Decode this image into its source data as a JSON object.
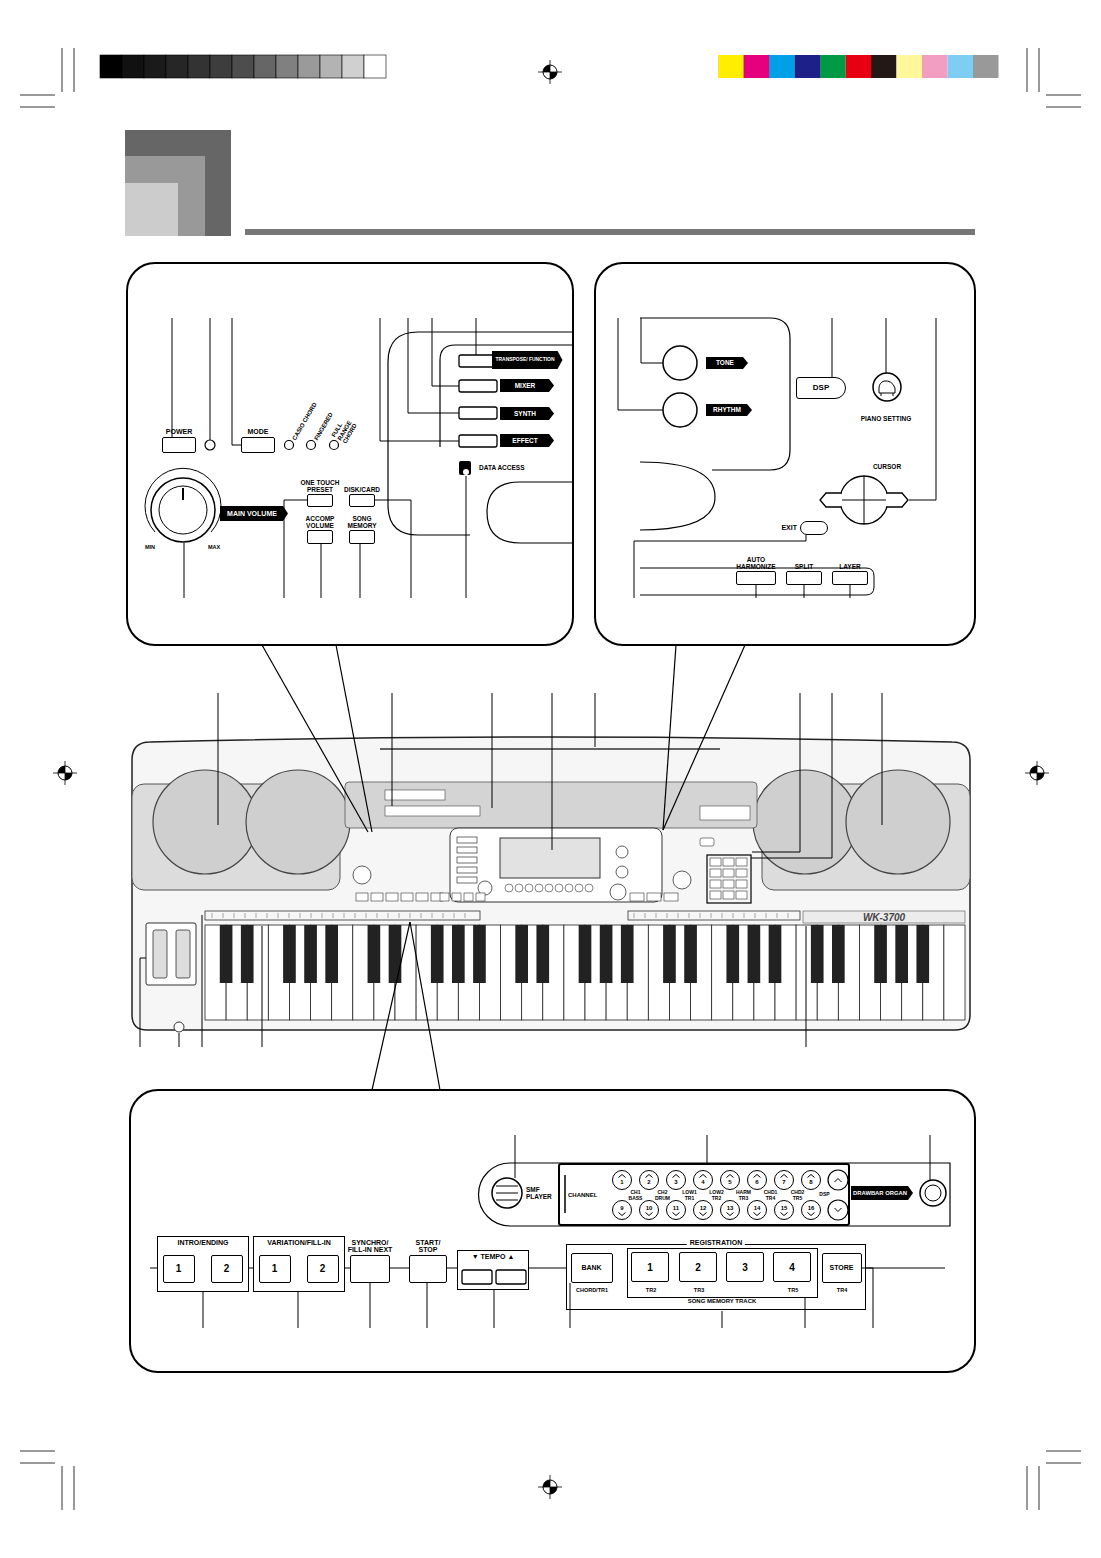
{
  "diagram": {
    "nodes": [
      {
        "text": [
          "POWER"
        ]
      },
      {
        "text": [
          "MODE"
        ]
      },
      {
        "text": [
          "TRANSPOSE/ FUNCTION"
        ]
      },
      {
        "text": [
          "MIXER"
        ]
      },
      {
        "text": [
          "SYNTH"
        ]
      },
      {
        "text": [
          "EFFECT"
        ]
      },
      {
        "text": [
          "MAIN VOLUME"
        ]
      },
      {
        "text": [
          "ONE TOUCH PRESET"
        ]
      },
      {
        "text": [
          "DISK/CARD"
        ]
      },
      {
        "text": [
          "ACCOMP VOLUME"
        ]
      },
      {
        "text": [
          "SONG MEMORY"
        ]
      },
      {
        "text": [
          "TONE"
        ]
      },
      {
        "text": [
          "RHYTHM"
        ]
      },
      {
        "text": [
          "DSP"
        ]
      },
      {
        "text": [
          "EXIT"
        ]
      },
      {
        "text": [
          "AUTO HARMONIZE"
        ]
      },
      {
        "text": [
          "SPLIT"
        ]
      },
      {
        "text": [
          "LAYER"
        ]
      },
      {
        "text": [
          "CHANNEL"
        ]
      },
      {
        "text": [
          "1"
        ],
        "in": 18
      },
      {
        "text": [
          "2"
        ],
        "in": 18
      },
      {
        "text": [
          "3"
        ],
        "in": 18
      },
      {
        "text": [
          "4"
        ],
        "in": 18
      },
      {
        "text": [
          "5"
        ],
        "in": 18
      },
      {
        "text": [
          "6"
        ],
        "in": 18
      },
      {
        "text": [
          "7"
        ],
        "in": 18
      },
      {
        "text": [
          "8"
        ],
        "in": 18
      },
      {
        "text": [
          "9"
        ],
        "in": 18
      },
      {
        "text": [
          "10"
        ],
        "in": 18
      },
      {
        "text": [
          "11"
        ],
        "in": 18
      },
      {
        "text": [
          "12"
        ],
        "in": 18
      },
      {
        "text": [
          "13"
        ],
        "in": 18
      },
      {
        "text": [
          "14"
        ],
        "in": 18
      },
      {
        "text": [
          "15"
        ],
        "in": 18
      },
      {
        "text": [
          "16"
        ],
        "in": 18
      },
      {
        "text": [
          "DRAWBAR ORGAN"
        ]
      },
      {
        "text": [
          "INTRO/ENDING"
        ]
      },
      {
        "text": [
          "1"
        ],
        "in": 36
      },
      {
        "text": [
          "2"
        ],
        "in": 36
      },
      {
        "text": [
          "VARIATION/FILL-IN"
        ]
      },
      {
        "text": [
          "1"
        ],
        "in": 39
      },
      {
        "text": [
          "2"
        ],
        "in": 39
      },
      {
        "text": [
          "SYNCHRO/ FILL-IN NEXT"
        ]
      },
      {
        "text": [
          "START/ STOP"
        ]
      },
      {
        "text": [
          "▼ TEMPO ▲"
        ]
      },
      {
        "text": [
          "REGISTRATION"
        ]
      },
      {
        "text": [
          "BANK"
        ],
        "in": 45
      },
      {
        "text": [
          "SONG MEMORY TRACK"
        ],
        "in": 45
      },
      {
        "text": [
          "1"
        ],
        "in": 47
      },
      {
        "text": [
          "2"
        ],
        "in": 47
      },
      {
        "text": [
          "3"
        ],
        "in": 47
      },
      {
        "text": [
          "4"
        ],
        "in": 47
      },
      {
        "text": [
          "STORE"
        ],
        "in": 45
      }
    ],
    "labels": [
      "CASIO CHORD",
      "FINGERED",
      "FULL RANGE CHORD",
      "DATA ACCESS",
      "MIN",
      "MAX",
      "PIANO SETTING",
      "CURSOR",
      "WK-3700",
      "SMF PLAYER",
      "CH1 BASS",
      "CH2 DRUM",
      "LOW1 TR1",
      "LOW2 TR2",
      "HARM TR3",
      "CHD1 TR4",
      "CHD2 TR5",
      "DSP",
      "CHORD/TR1",
      "TR2",
      "TR3",
      "TR5",
      "TR4"
    ]
  }
}
